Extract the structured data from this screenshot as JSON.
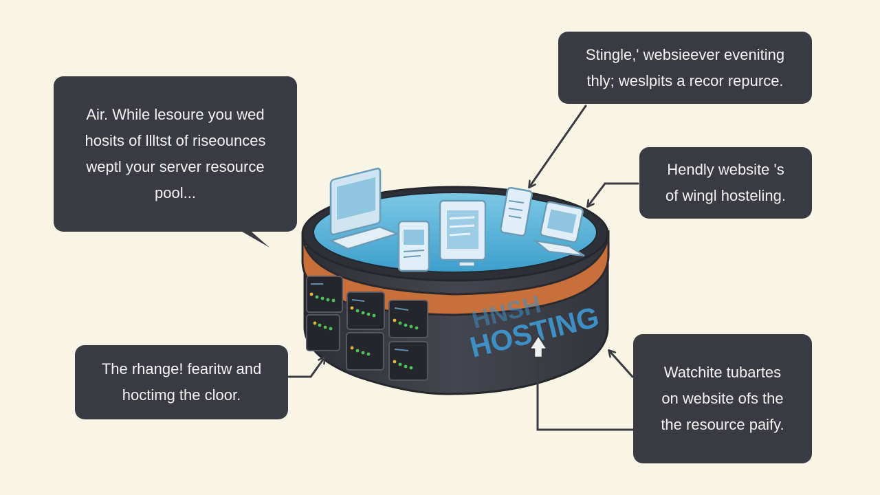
{
  "callouts": {
    "top_left": "Air. While lesoure you wed\nhosits of llltst of riseounces\nweptl your server resource\npool...",
    "top_right": "Stingle,' websieever eveniting\nthly; weslpits a recor repurce.",
    "mid_right": "Hendly website 's\nof wingl hosteling.",
    "bottom_left": "The rhange! fearitw and\nhoctimg the cloor.",
    "bottom_right": "Watchite tubartes\non website ofs the\nthe resource paify."
  },
  "drum": {
    "label_top": "HNSH",
    "label_main": "HOSTING"
  },
  "colors": {
    "background": "#f8f5e4",
    "callout": "#3a3a42",
    "pool": "#5ab6dc",
    "band": "#c8703a",
    "drum": "#3c3d45",
    "text_on_drum": "#3d8fc4"
  },
  "icons": [
    "laptop-icon",
    "monitor-icon",
    "tablet-icon",
    "document-icon",
    "server-rack-icon",
    "arrow-icon"
  ]
}
